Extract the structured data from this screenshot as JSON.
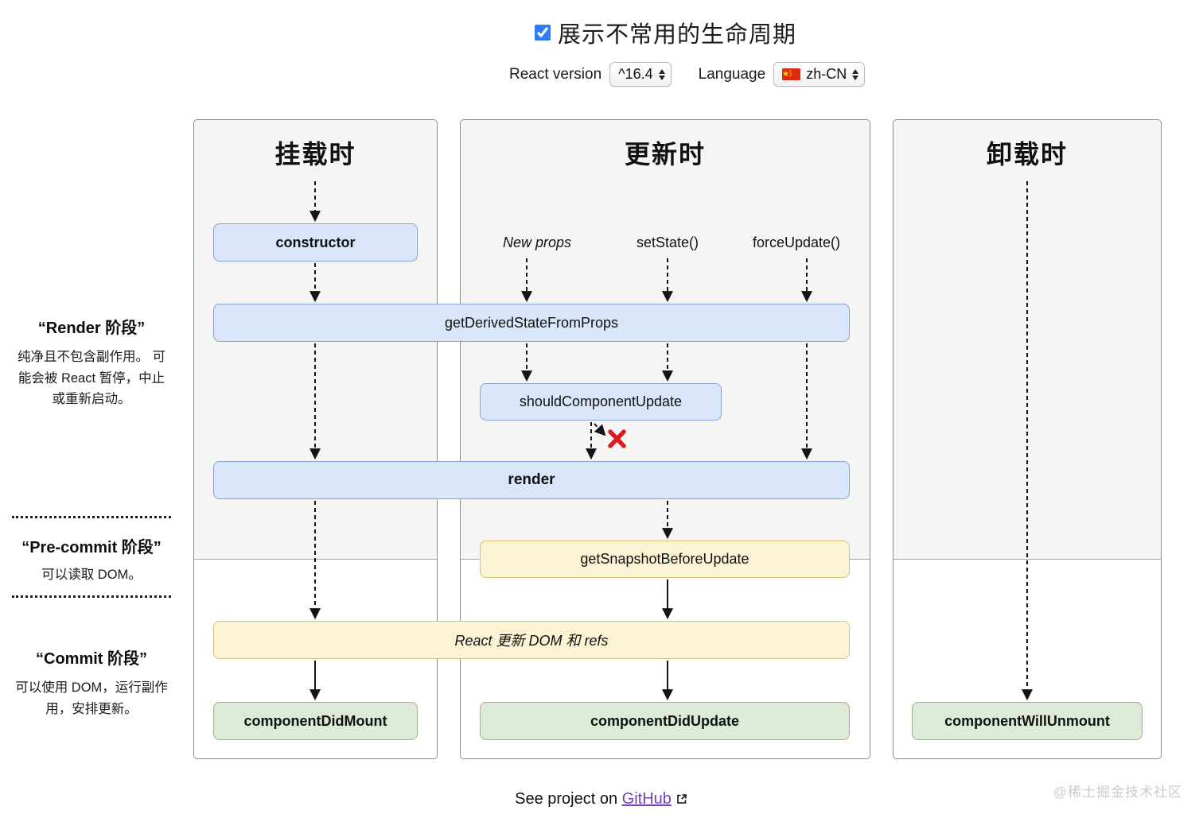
{
  "title": {
    "checkbox_checked": true,
    "label": "展示不常用的生命周期"
  },
  "controls": {
    "react_version": {
      "label": "React version",
      "value": "^16.4"
    },
    "language": {
      "label": "Language",
      "value": "zh-CN",
      "flag": "china-flag"
    }
  },
  "columns": {
    "mounting": {
      "title": "挂载时"
    },
    "updating": {
      "title": "更新时",
      "triggers": [
        "New props",
        "setState()",
        "forceUpdate()"
      ]
    },
    "unmounting": {
      "title": "卸载时"
    }
  },
  "nodes": {
    "constructor": "constructor",
    "get_derived_state_from_props": "getDerivedStateFromProps",
    "should_component_update": "shouldComponentUpdate",
    "render": "render",
    "get_snapshot_before_update": "getSnapshotBeforeUpdate",
    "react_updates_dom": "React 更新 DOM 和 refs",
    "component_did_mount": "componentDidMount",
    "component_did_update": "componentDidUpdate",
    "component_will_unmount": "componentWillUnmount"
  },
  "phases": {
    "render": {
      "title": "“Render 阶段”",
      "description": "纯净且不包含副作用。 可能会被 React 暂停，中止或重新启动。"
    },
    "pre_commit": {
      "title": "“Pre-commit 阶段”",
      "description": "可以读取 DOM。"
    },
    "commit": {
      "title": "“Commit 阶段”",
      "description": "可以使用 DOM，运行副作用，安排更新。"
    }
  },
  "footer": {
    "prefix": "See project on ",
    "link": "GitHub"
  },
  "watermark": "@稀土掘金技术社区",
  "colors": {
    "accent_blue": "#2e7df6",
    "box_blue": "#d9e6f9",
    "box_yellow": "#fcf3d4",
    "box_green": "#dcead7",
    "link_purple": "#7540be",
    "cross_red": "#dc1a22",
    "column_gray": "#f5f5f5"
  }
}
